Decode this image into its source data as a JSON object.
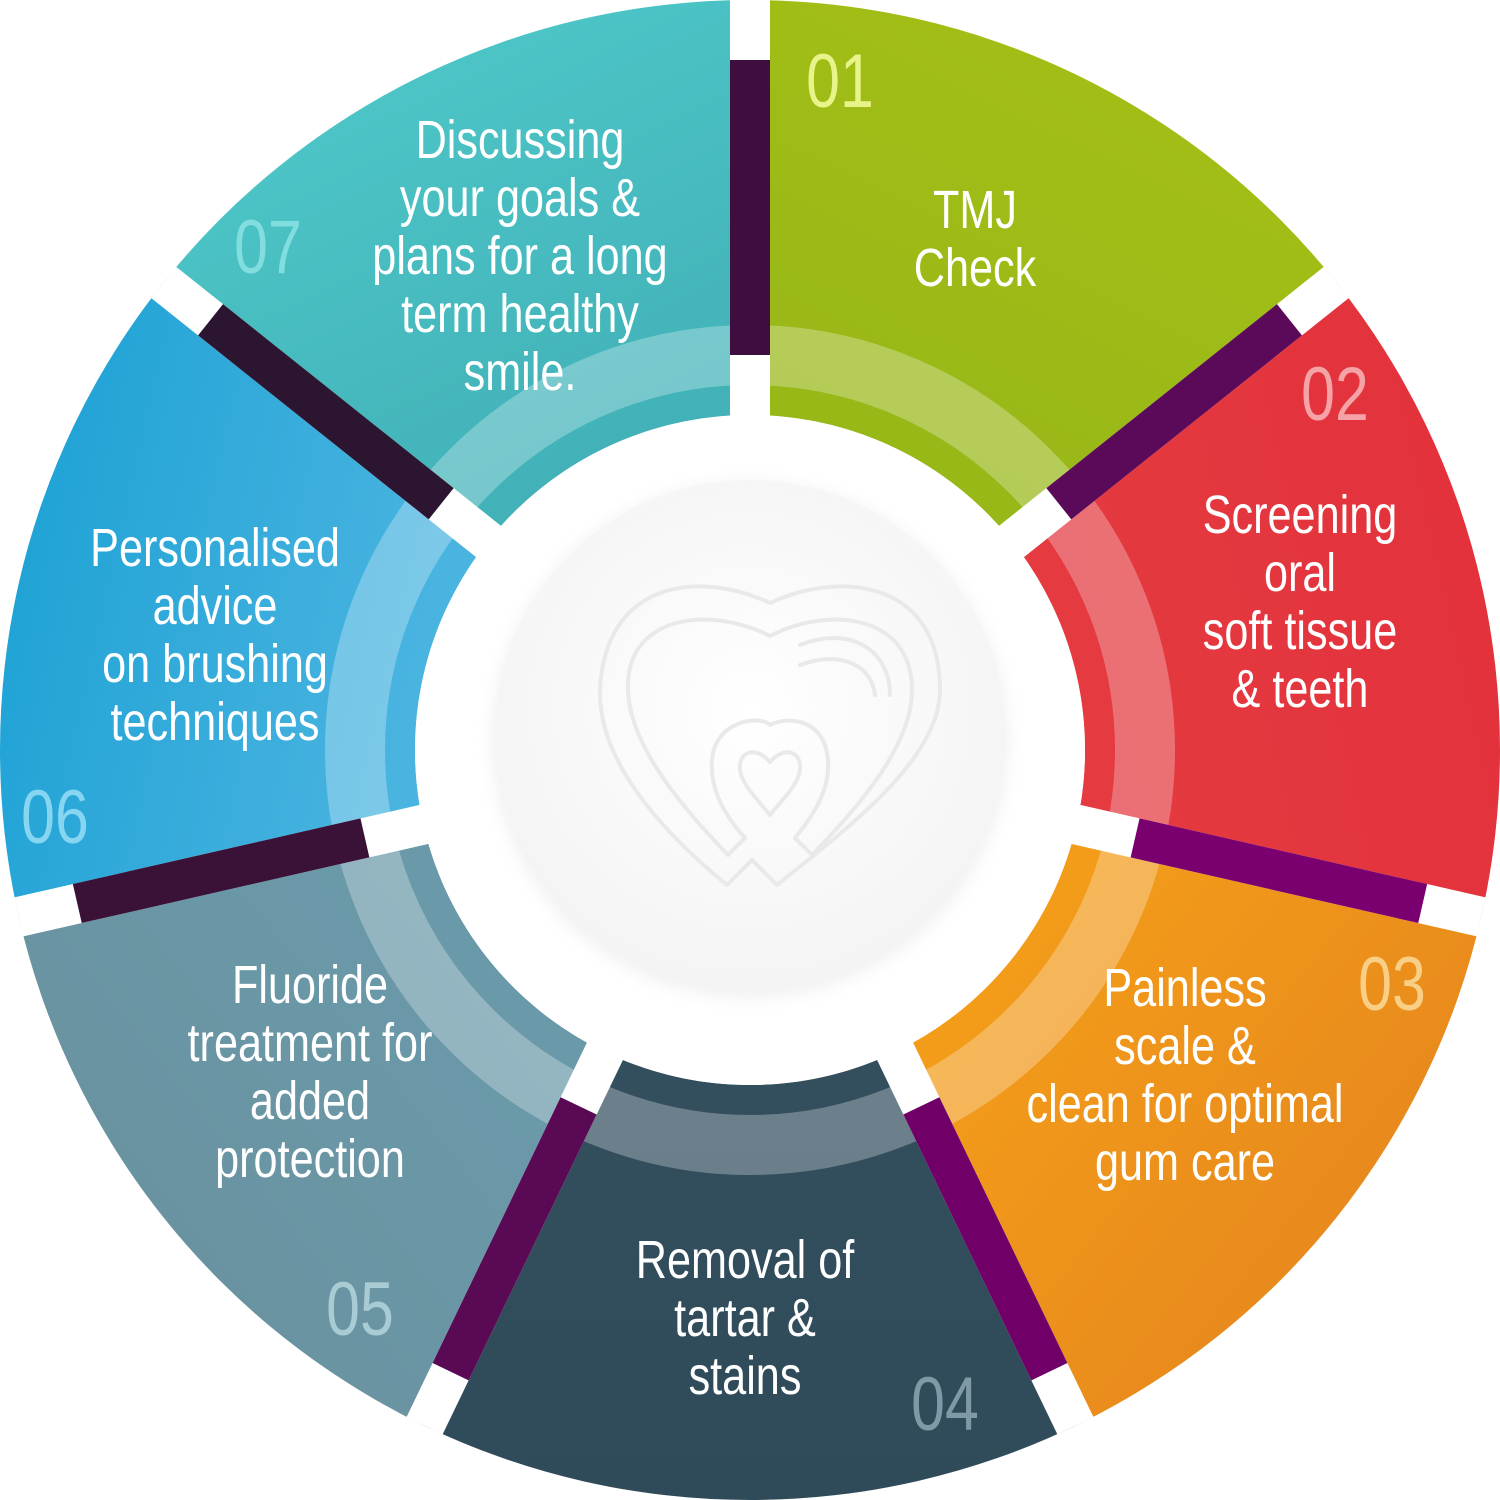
{
  "segments": [
    {
      "number": "01",
      "lines": [
        "TMJ",
        "Check"
      ],
      "color": "#a2be16",
      "color2": "#98b818",
      "num_color": "#e8f38a",
      "stripe": "#3e0f3e"
    },
    {
      "number": "02",
      "lines": [
        "Screening",
        "oral",
        "soft tissue",
        "& teeth"
      ],
      "color": "#e3323c",
      "color2": "#e43a40",
      "num_color": "#f5a3a6",
      "stripe": "#5a0a58"
    },
    {
      "number": "03",
      "lines": [
        "Painless",
        "scale &",
        "clean for optimal",
        "gum care"
      ],
      "color": "#e88a1c",
      "color2": "#f39c1a",
      "num_color": "#f8cf85",
      "stripe": "#7a0070"
    },
    {
      "number": "04",
      "lines": [
        "Removal of",
        "tartar &",
        "stains"
      ],
      "color": "#2f4b59",
      "color2": "#334f5e",
      "num_color": "#7f99a6",
      "stripe": "#700068"
    },
    {
      "number": "05",
      "lines": [
        "Fluoride",
        "treatment for",
        "added",
        "protection"
      ],
      "color": "#6a93a1",
      "color2": "#6a9aaa",
      "num_color": "#a9cbd4",
      "stripe": "#5a0a55"
    },
    {
      "number": "06",
      "lines": [
        "Personalised",
        "advice",
        "on brushing",
        "techniques"
      ],
      "color": "#21a3d6",
      "color2": "#4ab4e0",
      "num_color": "#86d6f2",
      "stripe": "#3a1238"
    },
    {
      "number": "07",
      "lines": [
        "Discussing",
        "your goals &",
        "plans for a long",
        "term healthy",
        "smile."
      ],
      "color": "#4cc4c6",
      "color2": "#42b2b8",
      "num_color": "#82dede",
      "stripe": "#2c1530"
    }
  ]
}
